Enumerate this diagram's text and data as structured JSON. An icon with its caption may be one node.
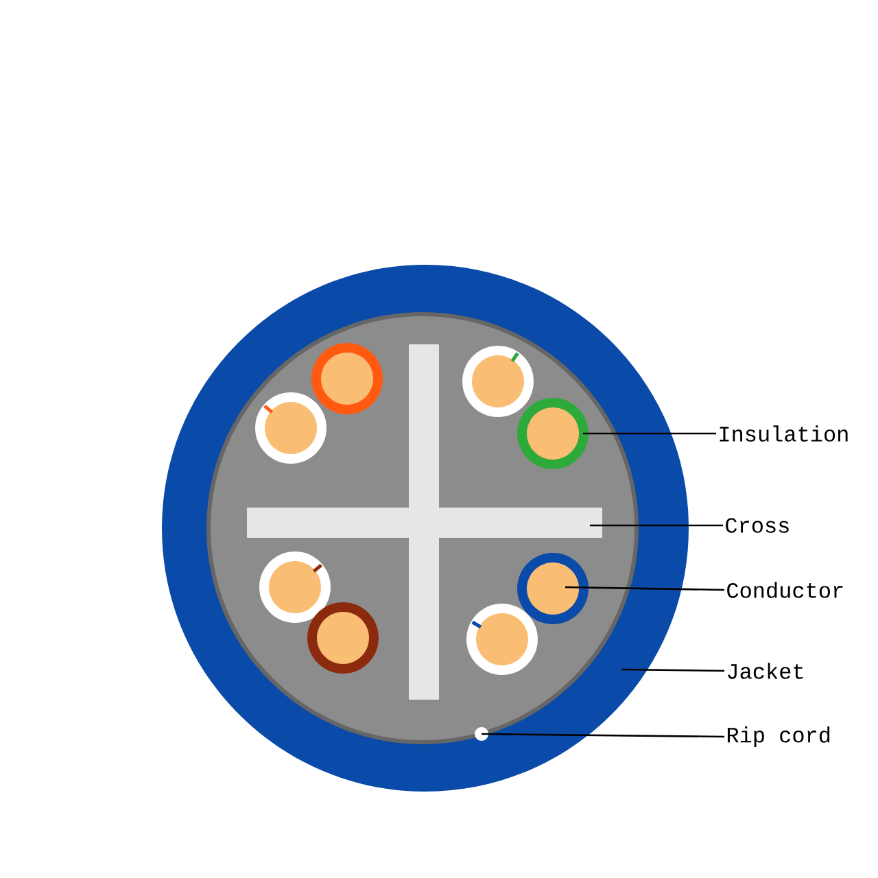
{
  "diagram": {
    "nodes": [
      {
        "text": [],
        "shape": "circle"
      },
      {
        "text": [],
        "shape": "circle",
        "in": 0
      },
      {
        "text": [],
        "shape": "cross",
        "in": 0
      },
      {
        "text": [],
        "shape": "circle",
        "in": 0
      },
      {
        "text": [],
        "shape": "circle",
        "in": 0
      },
      {
        "text": [
          "Insulation"
        ]
      },
      {
        "text": [
          "Cross"
        ]
      },
      {
        "text": [
          "Conductor"
        ]
      },
      {
        "text": [
          "Jacket"
        ]
      },
      {
        "text": [
          "Rip cord"
        ]
      }
    ],
    "edges": [
      {
        "from": 5,
        "to": 1,
        "arrow": "none"
      },
      {
        "from": 6,
        "to": 2,
        "arrow": "none"
      },
      {
        "from": 7,
        "to": 3,
        "arrow": "none"
      },
      {
        "from": 8,
        "to": 0,
        "arrow": "none"
      },
      {
        "from": 9,
        "to": 4,
        "arrow": "none"
      }
    ]
  }
}
